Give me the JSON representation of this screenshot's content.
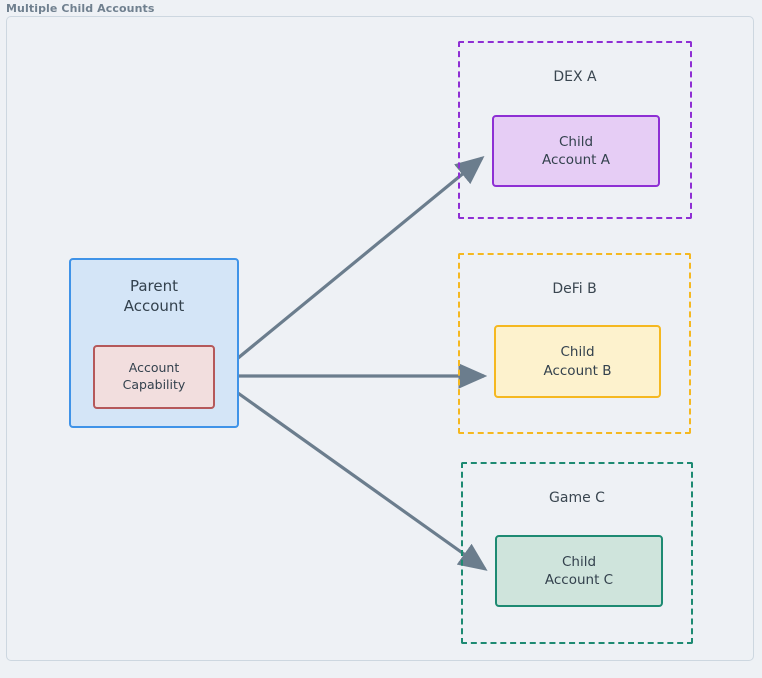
{
  "frame": {
    "title": "Multiple Child Accounts"
  },
  "colors": {
    "background": "#eef1f5",
    "frame_border": "#cdd7e0",
    "title_text": "#70808f",
    "node_text": "#33414d",
    "arrow": "#6b7d8d",
    "parent_fill": "#d4e5f7",
    "parent_stroke": "#3f93e8",
    "capability_fill": "#f2dede",
    "capability_stroke": "#b5585a",
    "dex_stroke": "#8e2fd4",
    "dex_fill": "#e6cdf5",
    "defi_stroke": "#f5b820",
    "defi_fill": "#fdf2cd",
    "game_stroke": "#1d8a72",
    "game_fill": "#cfe4dc"
  },
  "parent": {
    "title_line1": "Parent",
    "title_line2": "Account",
    "capability_line1": "Account",
    "capability_line2": "Capability"
  },
  "subgraphs": [
    {
      "label": "DEX A",
      "child_line1": "Child",
      "child_line2": "Account A"
    },
    {
      "label": "DeFi B",
      "child_line1": "Child",
      "child_line2": "Account B"
    },
    {
      "label": "Game C",
      "child_line1": "Child",
      "child_line2": "Account C"
    }
  ],
  "edges": [
    {
      "from": "account-capability",
      "to": "child-account-a",
      "style": "solid-arrow"
    },
    {
      "from": "account-capability",
      "to": "child-account-b",
      "style": "solid-arrow"
    },
    {
      "from": "account-capability",
      "to": "child-account-c",
      "style": "solid-arrow"
    }
  ]
}
